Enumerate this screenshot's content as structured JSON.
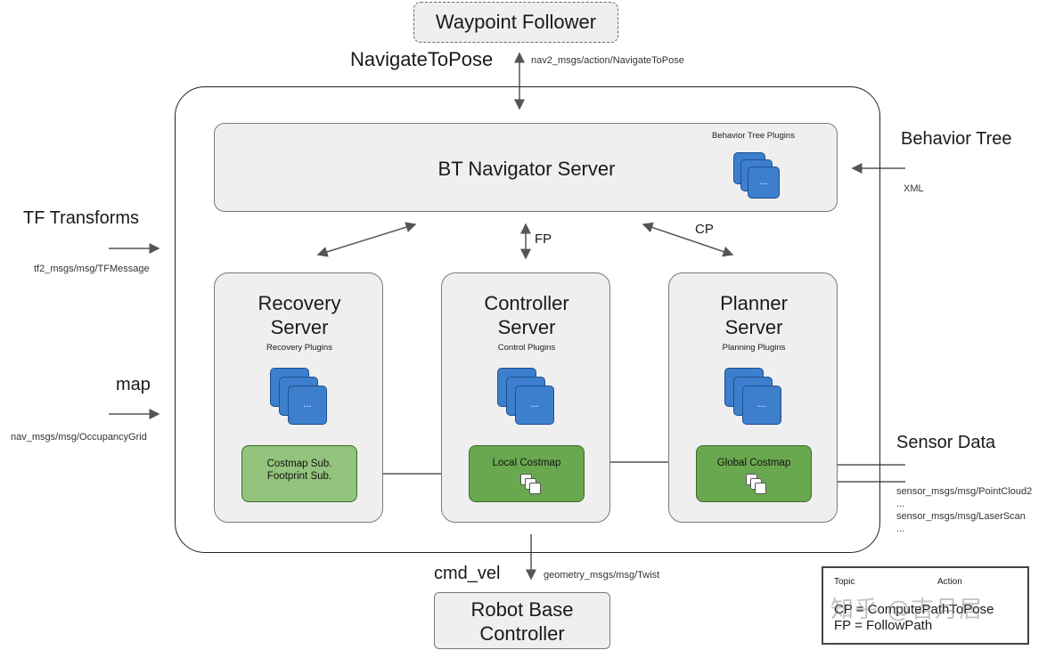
{
  "waypoint": {
    "label": "Waypoint Follower"
  },
  "navigate": {
    "label": "NavigateToPose",
    "msg": "nav2_msgs/action/NavigateToPose"
  },
  "bt_server": {
    "title": "BT Navigator Server",
    "plugins_label": "Behavior Tree Plugins",
    "plugin_more": "..."
  },
  "behavior_tree": {
    "label": "Behavior Tree",
    "msg": "XML"
  },
  "tf": {
    "label": "TF Transforms",
    "msg": "tf2_msgs/msg/TFMessage"
  },
  "map": {
    "label": "map",
    "msg": "nav_msgs/msg/OccupancyGrid"
  },
  "links": {
    "fp": "FP",
    "cp": "CP"
  },
  "recovery": {
    "title_line1": "Recovery",
    "title_line2": "Server",
    "plugins_label": "Recovery Plugins",
    "plugin_more": "...",
    "costmap_line1": "Costmap Sub.",
    "costmap_line2": "Footprint Sub."
  },
  "controller": {
    "title_line1": "Controller",
    "title_line2": "Server",
    "plugins_label": "Control Plugins",
    "plugin_more": "...",
    "costmap": "Local Costmap"
  },
  "planner": {
    "title_line1": "Planner",
    "title_line2": "Server",
    "plugins_label": "Planning Plugins",
    "plugin_more": "...",
    "costmap": "Global Costmap"
  },
  "sensor": {
    "label": "Sensor Data",
    "msgs": [
      "sensor_msgs/msg/PointCloud2",
      "...",
      "sensor_msgs/msg/LaserScan",
      "..."
    ]
  },
  "cmd_vel": {
    "label": "cmd_vel",
    "msg": "geometry_msgs/msg/Twist"
  },
  "robot_base": {
    "line1": "Robot Base",
    "line2": "Controller"
  },
  "legend": {
    "topic": "Topic",
    "action": "Action",
    "cp_def": "CP = ComputePathToPose",
    "fp_def": "FP = FollowPath",
    "watermark": "知乎 @吉月居"
  },
  "colors": {
    "plugin_blue": "#3d7fcd",
    "costmap_light_green": "#93c47d",
    "costmap_green": "#6aa84f",
    "box_gray": "#efefef"
  }
}
